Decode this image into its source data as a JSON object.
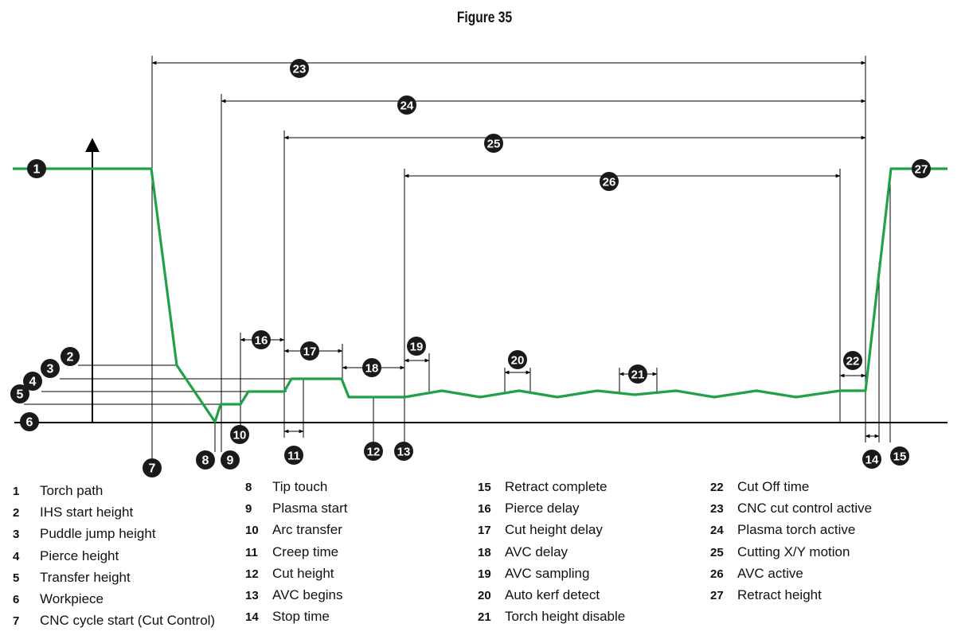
{
  "title": "Figure 35",
  "colors": {
    "path": "#21a146",
    "line": "#000000",
    "badge": "#1a1a1a"
  },
  "badges": [
    {
      "id": "1",
      "label": "1"
    },
    {
      "id": "2",
      "label": "2"
    },
    {
      "id": "3",
      "label": "3"
    },
    {
      "id": "4",
      "label": "4"
    },
    {
      "id": "5",
      "label": "5"
    },
    {
      "id": "6",
      "label": "6"
    },
    {
      "id": "7",
      "label": "7"
    },
    {
      "id": "8",
      "label": "8"
    },
    {
      "id": "9",
      "label": "9"
    },
    {
      "id": "10",
      "label": "10"
    },
    {
      "id": "11",
      "label": "11"
    },
    {
      "id": "12",
      "label": "12"
    },
    {
      "id": "13",
      "label": "13"
    },
    {
      "id": "14",
      "label": "14"
    },
    {
      "id": "15",
      "label": "15"
    },
    {
      "id": "16",
      "label": "16"
    },
    {
      "id": "17",
      "label": "17"
    },
    {
      "id": "18",
      "label": "18"
    },
    {
      "id": "19",
      "label": "19"
    },
    {
      "id": "20",
      "label": "20"
    },
    {
      "id": "21",
      "label": "21"
    },
    {
      "id": "22",
      "label": "22"
    },
    {
      "id": "23",
      "label": "23"
    },
    {
      "id": "24",
      "label": "24"
    },
    {
      "id": "25",
      "label": "25"
    },
    {
      "id": "26",
      "label": "26"
    },
    {
      "id": "27",
      "label": "27"
    }
  ],
  "legend": [
    [
      {
        "num": "1",
        "text": "Torch path"
      },
      {
        "num": "2",
        "text": "IHS start height"
      },
      {
        "num": "3",
        "text": "Puddle jump height"
      },
      {
        "num": "4",
        "text": "Pierce height"
      },
      {
        "num": "5",
        "text": "Transfer height"
      },
      {
        "num": "6",
        "text": "Workpiece"
      },
      {
        "num": "7",
        "text": "CNC cycle start (Cut Control)"
      }
    ],
    [
      {
        "num": "8",
        "text": "Tip touch"
      },
      {
        "num": "9",
        "text": "Plasma start"
      },
      {
        "num": "10",
        "text": "Arc transfer"
      },
      {
        "num": "11",
        "text": "Creep time"
      },
      {
        "num": "12",
        "text": "Cut height"
      },
      {
        "num": "13",
        "text": "AVC begins"
      },
      {
        "num": "14",
        "text": "Stop time"
      }
    ],
    [
      {
        "num": "15",
        "text": "Retract complete"
      },
      {
        "num": "16",
        "text": "Pierce delay"
      },
      {
        "num": "17",
        "text": "Cut height delay"
      },
      {
        "num": "18",
        "text": "AVC delay"
      },
      {
        "num": "19",
        "text": "AVC sampling"
      },
      {
        "num": "20",
        "text": "Auto kerf detect"
      },
      {
        "num": "21",
        "text": "Torch height disable"
      }
    ],
    [
      {
        "num": "22",
        "text": "Cut Off time"
      },
      {
        "num": "23",
        "text": "CNC cut control active"
      },
      {
        "num": "24",
        "text": "Plasma torch active"
      },
      {
        "num": "25",
        "text": "Cutting X/Y motion"
      },
      {
        "num": "26",
        "text": "AVC active"
      },
      {
        "num": "27",
        "text": "Retract height"
      }
    ]
  ]
}
